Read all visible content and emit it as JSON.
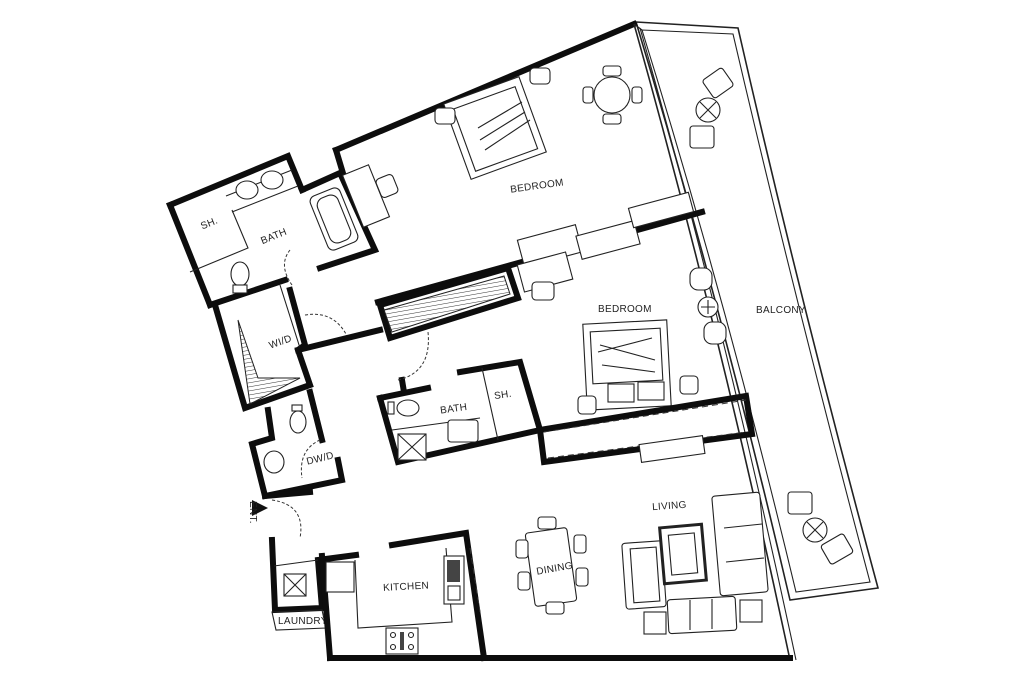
{
  "plan": {
    "type": "apartment floor plan",
    "rooms": [
      {
        "id": "bedroom-1",
        "label": "BEDROOM"
      },
      {
        "id": "bedroom-2",
        "label": "BEDROOM"
      },
      {
        "id": "balcony",
        "label": "BALCONY"
      },
      {
        "id": "bath-1",
        "label": "BATH"
      },
      {
        "id": "shower-1",
        "label": "SH."
      },
      {
        "id": "bath-2",
        "label": "BATH"
      },
      {
        "id": "shower-2",
        "label": "SH."
      },
      {
        "id": "wic",
        "label": "WI/D"
      },
      {
        "id": "powder",
        "label": "DW/D"
      },
      {
        "id": "entry",
        "label": "ENT."
      },
      {
        "id": "kitchen",
        "label": "KITCHEN"
      },
      {
        "id": "laundry",
        "label": "LAUNDRY"
      },
      {
        "id": "dining",
        "label": "DINING"
      },
      {
        "id": "living",
        "label": "LIVING"
      }
    ],
    "colors": {
      "wall": "#0d0d0d",
      "line": "#222222",
      "background": "#ffffff"
    }
  }
}
